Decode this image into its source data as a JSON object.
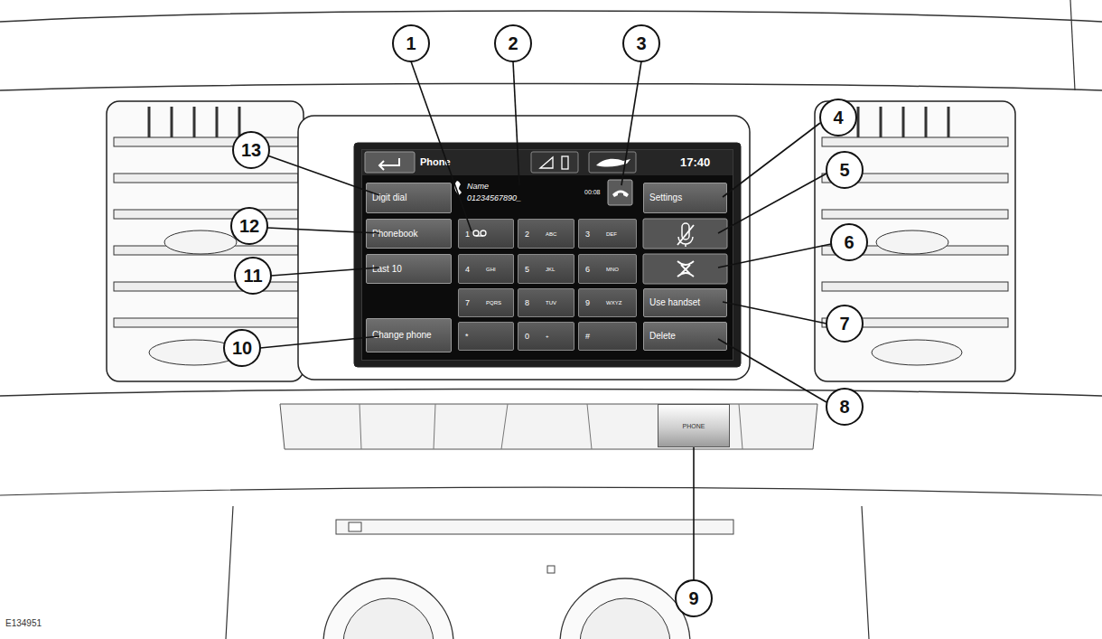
{
  "diagram": {
    "nodes": [
      {
        "text": [
          "Phone",
          "17:40",
          "Name",
          "01234567890_",
          "00:08"
        ]
      },
      {
        "text": [
          "Digit dial"
        ],
        "in": 0
      },
      {
        "text": [
          "Settings"
        ],
        "in": 0
      },
      {
        "text": [
          "Phonebook"
        ],
        "in": 0
      },
      {
        "text": [
          "1"
        ],
        "in": 0
      },
      {
        "text": [
          "2",
          "ABC"
        ],
        "in": 0
      },
      {
        "text": [
          "3",
          "DEF"
        ],
        "in": 0
      },
      {
        "text": [
          "Last 10"
        ],
        "in": 0
      },
      {
        "text": [
          "4",
          "GHI"
        ],
        "in": 0
      },
      {
        "text": [
          "5",
          "JKL"
        ],
        "in": 0
      },
      {
        "text": [
          "6",
          "MNO"
        ],
        "in": 0
      },
      {
        "text": [
          "7",
          "PQRS"
        ],
        "in": 0
      },
      {
        "text": [
          "8",
          "TUV"
        ],
        "in": 0
      },
      {
        "text": [
          "9",
          "WXYZ"
        ],
        "in": 0
      },
      {
        "text": [
          "Use handset"
        ],
        "in": 0
      },
      {
        "text": [
          "Change phone"
        ],
        "in": 0
      },
      {
        "text": [
          "*"
        ],
        "in": 0
      },
      {
        "text": [
          "0",
          "+"
        ],
        "in": 0
      },
      {
        "text": [
          "#"
        ],
        "in": 0
      },
      {
        "text": [
          "Delete"
        ],
        "in": 0
      },
      {
        "text": [
          "PHONE"
        ]
      }
    ],
    "labels": [
      "1",
      "2",
      "3",
      "4",
      "5",
      "6",
      "7",
      "8",
      "9",
      "10",
      "11",
      "12",
      "13",
      "E134951"
    ]
  }
}
